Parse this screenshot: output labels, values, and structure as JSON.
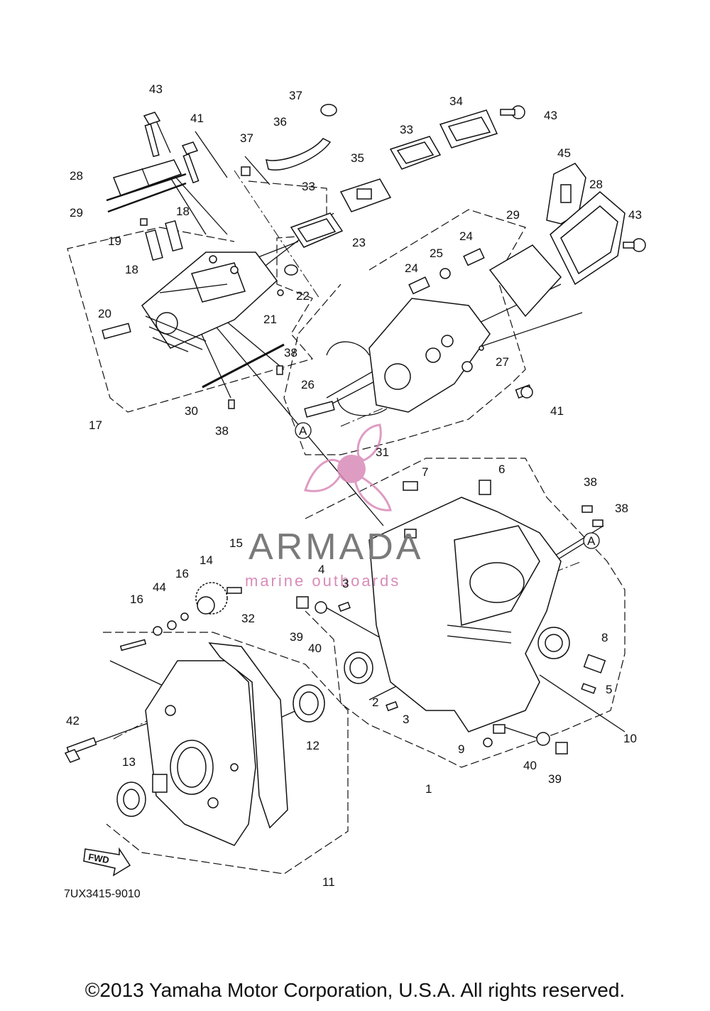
{
  "callouts": [
    "43",
    "41",
    "37",
    "36",
    "37",
    "28",
    "29",
    "18",
    "19",
    "18",
    "20",
    "22",
    "21",
    "33",
    "35",
    "33",
    "34",
    "43",
    "45",
    "28",
    "29",
    "43",
    "24",
    "25",
    "24",
    "23",
    "27",
    "38",
    "26",
    "30",
    "38",
    "17",
    "41",
    "A",
    "31",
    "7",
    "6",
    "38",
    "38",
    "A",
    "15",
    "14",
    "16",
    "44",
    "16",
    "4",
    "3",
    "39",
    "40",
    "32",
    "8",
    "5",
    "2",
    "3",
    "12",
    "42",
    "13",
    "9",
    "40",
    "39",
    "10",
    "1",
    "11"
  ],
  "watermark": {
    "brand": "ARMADA",
    "tagline": "marine outboards",
    "accent": "#d98bb8"
  },
  "fwd_label": "FWD",
  "diagram_code": "7UX3415-9010",
  "copyright": "©2013 Yamaha Motor Corporation, U.S.A. All rights reserved."
}
